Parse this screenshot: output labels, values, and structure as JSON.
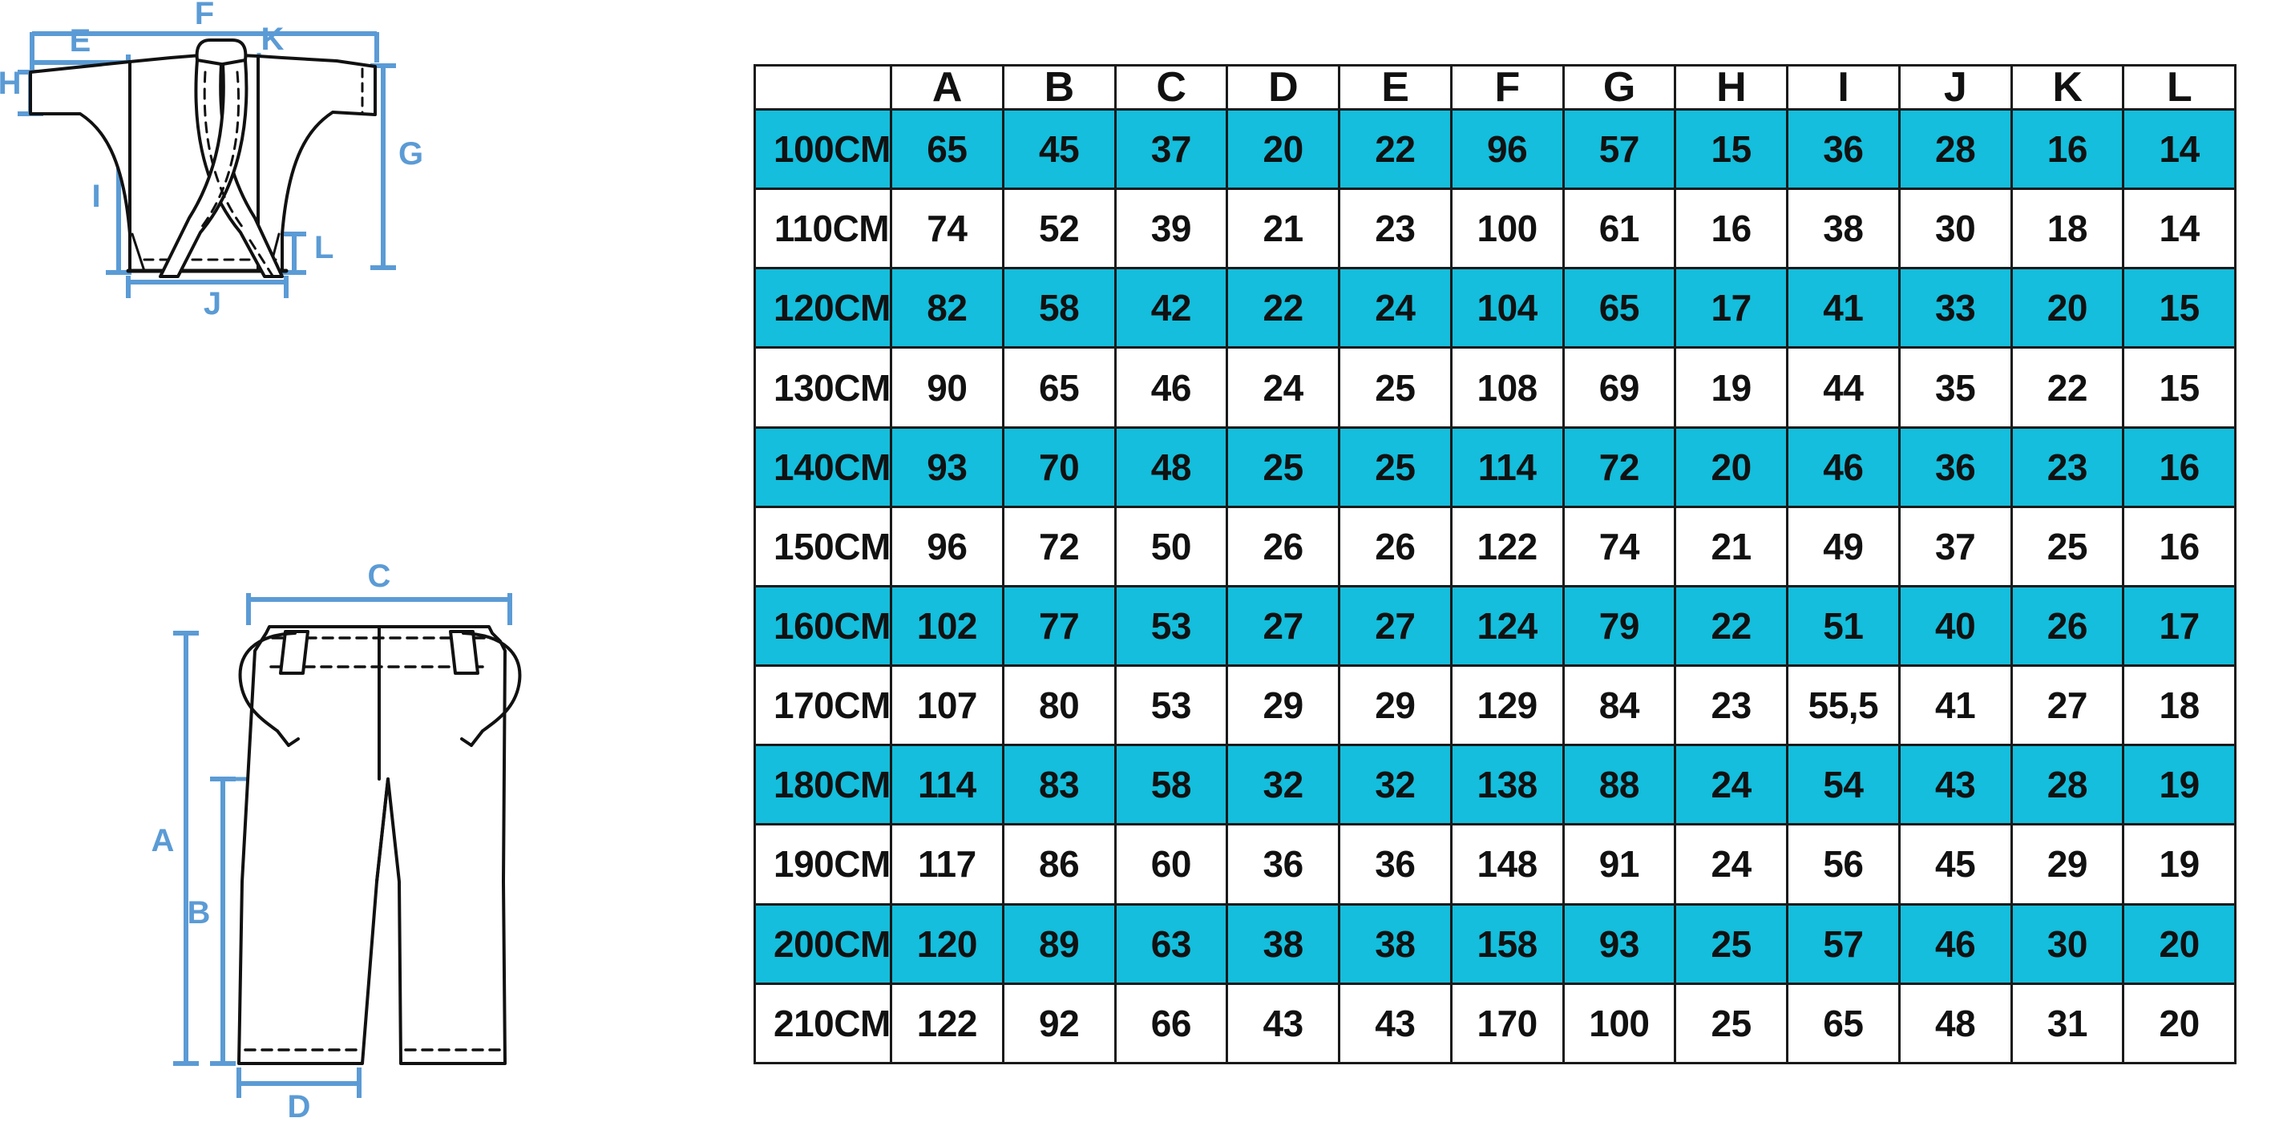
{
  "colors": {
    "accent_cyan": "#14bedc",
    "dimension_blue": "#5b9bd5",
    "line_black": "#1a1a1a",
    "text_black": "#111111"
  },
  "diagrams": {
    "jacket": {
      "name": "martial-arts-jacket",
      "dimension_labels": [
        "F",
        "E",
        "K",
        "H",
        "G",
        "I",
        "L",
        "J"
      ]
    },
    "trousers": {
      "name": "martial-arts-trousers",
      "dimension_labels": [
        "C",
        "A",
        "B",
        "D"
      ]
    }
  },
  "table": {
    "corner_label": "",
    "columns": [
      "A",
      "B",
      "C",
      "D",
      "E",
      "F",
      "G",
      "H",
      "I",
      "J",
      "K",
      "L"
    ],
    "rows": [
      {
        "size": "100CM",
        "values": [
          "65",
          "45",
          "37",
          "20",
          "22",
          "96",
          "57",
          "15",
          "36",
          "28",
          "16",
          "14"
        ]
      },
      {
        "size": "110CM",
        "values": [
          "74",
          "52",
          "39",
          "21",
          "23",
          "100",
          "61",
          "16",
          "38",
          "30",
          "18",
          "14"
        ]
      },
      {
        "size": "120CM",
        "values": [
          "82",
          "58",
          "42",
          "22",
          "24",
          "104",
          "65",
          "17",
          "41",
          "33",
          "20",
          "15"
        ]
      },
      {
        "size": "130CM",
        "values": [
          "90",
          "65",
          "46",
          "24",
          "25",
          "108",
          "69",
          "19",
          "44",
          "35",
          "22",
          "15"
        ]
      },
      {
        "size": "140CM",
        "values": [
          "93",
          "70",
          "48",
          "25",
          "25",
          "114",
          "72",
          "20",
          "46",
          "36",
          "23",
          "16"
        ]
      },
      {
        "size": "150CM",
        "values": [
          "96",
          "72",
          "50",
          "26",
          "26",
          "122",
          "74",
          "21",
          "49",
          "37",
          "25",
          "16"
        ]
      },
      {
        "size": "160CM",
        "values": [
          "102",
          "77",
          "53",
          "27",
          "27",
          "124",
          "79",
          "22",
          "51",
          "40",
          "26",
          "17"
        ]
      },
      {
        "size": "170CM",
        "values": [
          "107",
          "80",
          "53",
          "29",
          "29",
          "129",
          "84",
          "23",
          "55,5",
          "41",
          "27",
          "18"
        ]
      },
      {
        "size": "180CM",
        "values": [
          "114",
          "83",
          "58",
          "32",
          "32",
          "138",
          "88",
          "24",
          "54",
          "43",
          "28",
          "19"
        ]
      },
      {
        "size": "190CM",
        "values": [
          "117",
          "86",
          "60",
          "36",
          "36",
          "148",
          "91",
          "24",
          "56",
          "45",
          "29",
          "19"
        ]
      },
      {
        "size": "200CM",
        "values": [
          "120",
          "89",
          "63",
          "38",
          "38",
          "158",
          "93",
          "25",
          "57",
          "46",
          "30",
          "20"
        ]
      },
      {
        "size": "210CM",
        "values": [
          "122",
          "92",
          "66",
          "43",
          "43",
          "170",
          "100",
          "25",
          "65",
          "48",
          "31",
          "20"
        ]
      }
    ]
  }
}
